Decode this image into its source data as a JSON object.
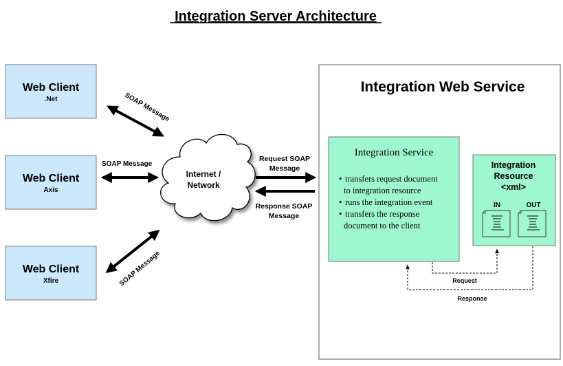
{
  "title": "Integration Server Architecture",
  "clients": [
    {
      "name": "Web Client",
      "tech": ".Net"
    },
    {
      "name": "Web Client",
      "tech": "Axis"
    },
    {
      "name": "Web Client",
      "tech": "Xfire"
    }
  ],
  "client_links": [
    {
      "label": "SOAP Message"
    },
    {
      "label": "SOAP Message"
    },
    {
      "label": "SOAP Message"
    }
  ],
  "cloud": {
    "line1": "Internet /",
    "line2": "Network"
  },
  "request_soap": {
    "line1": "Request SOAP",
    "line2": "Message"
  },
  "response_soap": {
    "line1": "Response SOAP",
    "line2": "Message"
  },
  "web_service": {
    "title": "Integration Web Service"
  },
  "integration_service": {
    "title": "Integration Service",
    "bullets": [
      {
        "line1": "transfers request document",
        "line2": "to integration resource"
      },
      {
        "line1": "runs the integration event",
        "line2": ""
      },
      {
        "line1": "transfers the response",
        "line2": "document to the client"
      }
    ]
  },
  "integration_resource": {
    "line1": "Integration",
    "line2": "Resource",
    "line3": "<xml>",
    "in_label": "IN",
    "out_label": "OUT"
  },
  "flows": {
    "request": "Request",
    "response": "Response"
  },
  "colors": {
    "client_fill": "#cce8fb",
    "service_fill": "#9ef7ce",
    "border": "#777777"
  }
}
